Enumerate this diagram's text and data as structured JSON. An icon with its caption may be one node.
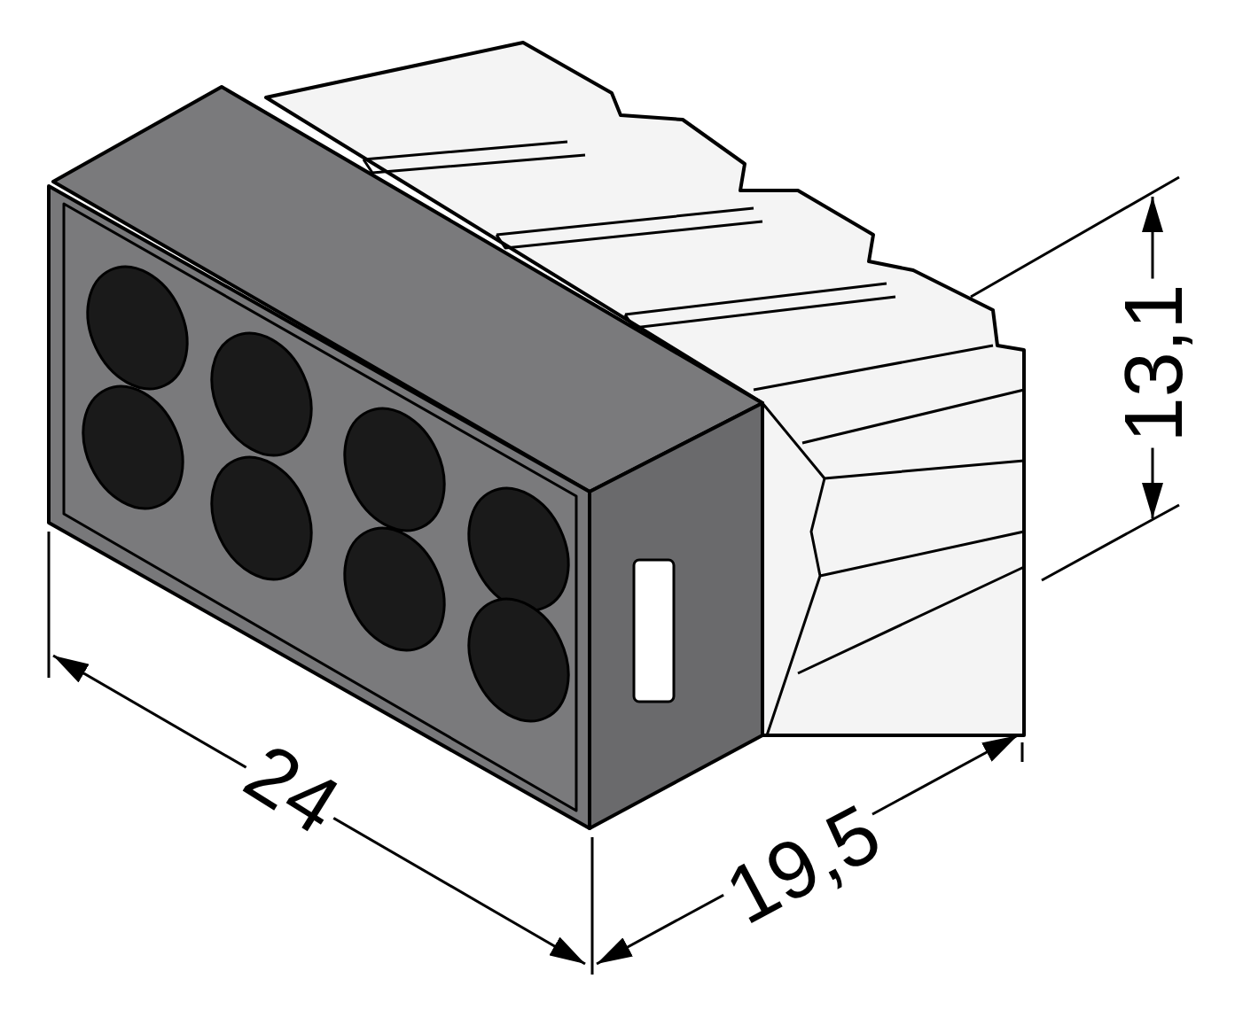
{
  "diagram": {
    "labels": [
      "24",
      "19,5",
      "13,1"
    ]
  }
}
